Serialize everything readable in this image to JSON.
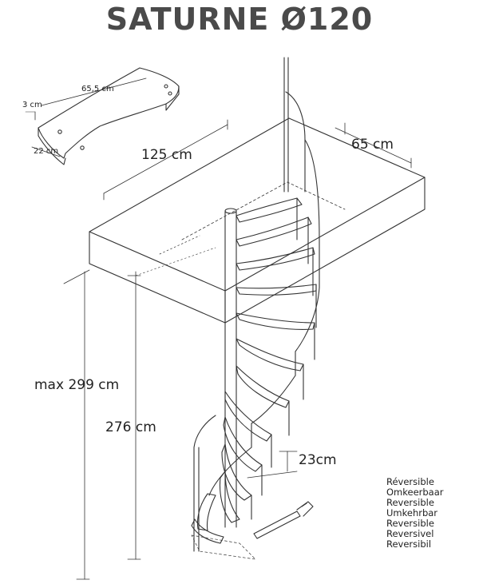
{
  "title": "SATURNE Ø120",
  "step_dims": {
    "length": "65,5 cm",
    "thickness": "3 cm",
    "width": "22 cm"
  },
  "opening_dims": {
    "length": "125 cm",
    "width": "65 cm"
  },
  "heights": {
    "max": "max 299 cm",
    "floor": "276 cm",
    "riser": "23cm"
  },
  "reversible_labels": [
    "Réversible",
    "Omkeerbaar",
    "Reversible",
    "Umkehrbar",
    "Reversible",
    "Reversivel",
    "Reversibil"
  ]
}
